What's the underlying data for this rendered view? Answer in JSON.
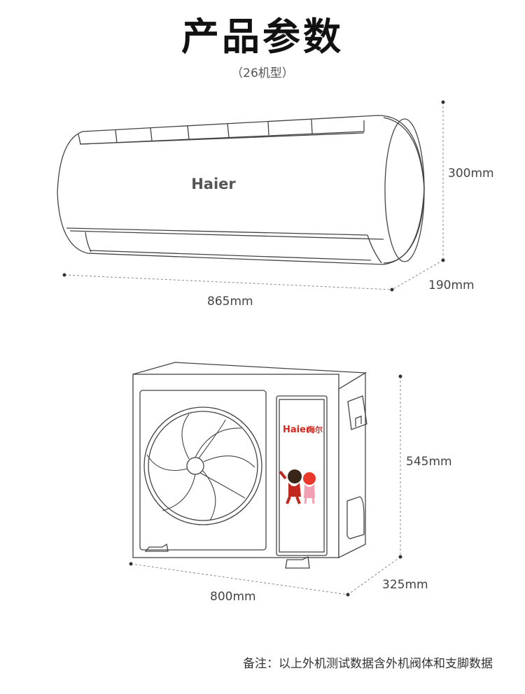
{
  "header": {
    "title": "产品参数",
    "subtitle": "（26机型）"
  },
  "indoor_unit": {
    "brand": "Haier",
    "height": "300mm",
    "depth": "190mm",
    "width": "865mm"
  },
  "outdoor_unit": {
    "brand": "Haier",
    "brand_tag": "海尔",
    "height": "545mm",
    "depth": "325mm",
    "width": "800mm"
  },
  "footer": {
    "note": "备注：以上外机测试数据含外机阀体和支脚数据"
  },
  "colors": {
    "line": "#444444",
    "brand_red": "#d7261e",
    "dim_dot": "#333333"
  }
}
